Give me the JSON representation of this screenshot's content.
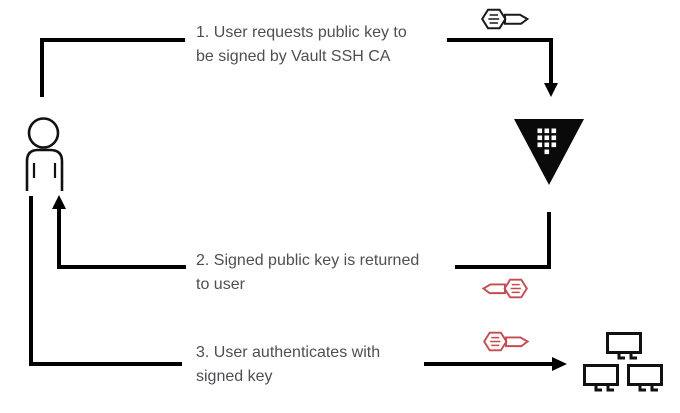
{
  "colors": {
    "background": "#ffffff",
    "line": "#000000",
    "text": "#4e4f53",
    "key_black": "#1a1a1a",
    "key_red": "#c74b52"
  },
  "steps": [
    {
      "lines": [
        "1. User requests public key to",
        "be signed by Vault SSH CA"
      ]
    },
    {
      "lines": [
        "2. Signed public key is returned",
        "to user"
      ]
    },
    {
      "lines": [
        "3. User authenticates with",
        "signed key"
      ]
    }
  ],
  "icons": {
    "user": "person-icon",
    "vault": "vault-logo-icon",
    "step1_key": "key-icon",
    "step2_key": "key-icon",
    "step3_key": "key-icon",
    "hosts": "monitors-icon"
  }
}
